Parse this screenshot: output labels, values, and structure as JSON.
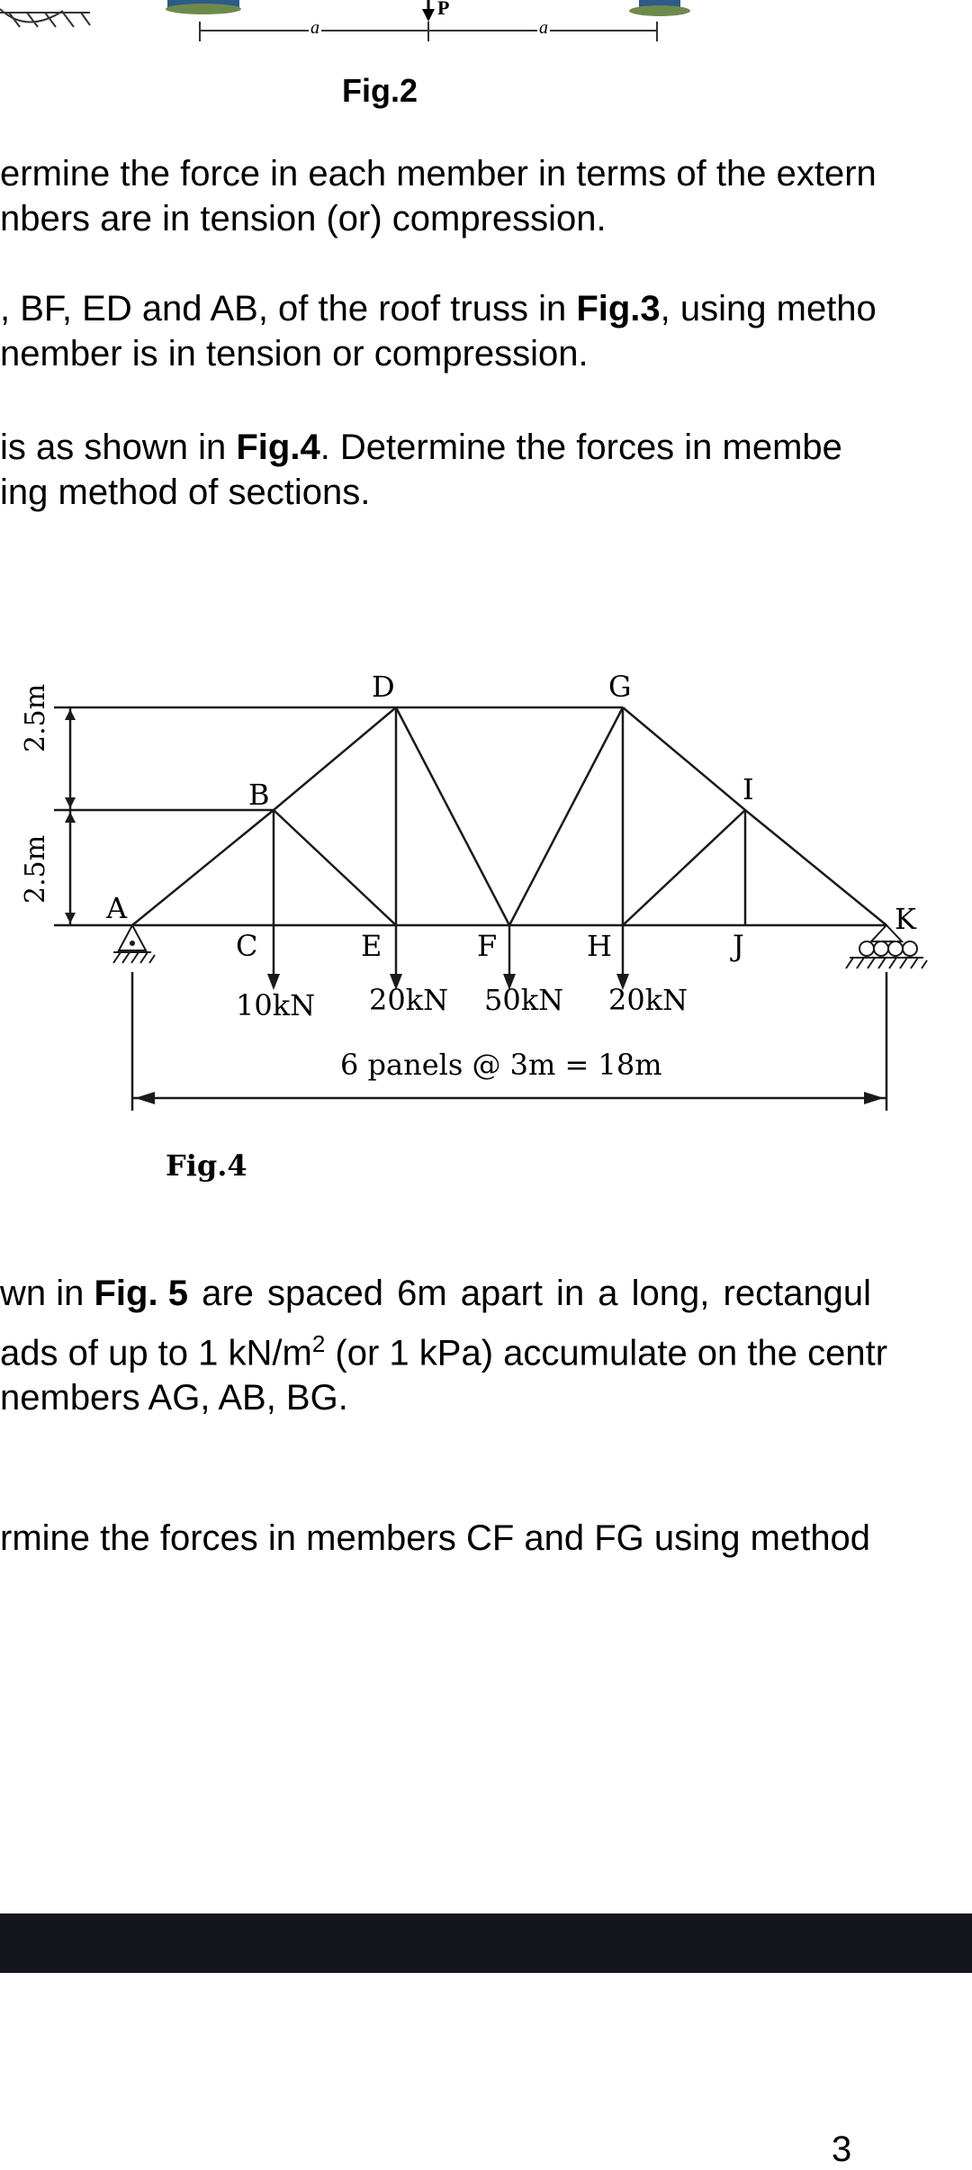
{
  "fig2": {
    "caption": "Fig.2",
    "load_label": "P",
    "dim_a1": "a",
    "dim_a2": "a"
  },
  "paragraphs": {
    "p1_l1": "ermine the force in each member in terms of the extern",
    "p1_l2": "nbers are in tension (or) compression.",
    "p2_l1_a": ", BF, ED and AB, of the roof truss in ",
    "p2_l1_b": "Fig.3",
    "p2_l1_c": ", using metho",
    "p2_l2": "nember is in tension or compression.",
    "p3_l1_a": " is as shown in ",
    "p3_l1_b": "Fig.4",
    "p3_l1_c": ". Determine the forces in membe",
    "p3_l2": "ing method of sections.",
    "p5_l1_a": "wn in ",
    "p5_l1_b": "Fig. 5",
    "p5_l1_c": " are spaced 6m apart in a long, rectangul",
    "p5_l2_a": "ads of up to 1 kN/m",
    "p5_l2_sup": "2",
    "p5_l2_b": " (or 1 kPa) accumulate on the centr",
    "p5_l3": "nembers AG, AB, BG.",
    "p6_l1": "rmine the forces in members CF and FG using method"
  },
  "fig4": {
    "caption": "Fig.4",
    "nodes": {
      "A": "A",
      "B": "B",
      "C": "C",
      "D": "D",
      "E": "E",
      "F": "F",
      "G": "G",
      "H": "H",
      "I": "I",
      "J": "J",
      "K": "K"
    },
    "loads": [
      "10kN",
      "20kN",
      "50kN",
      "20kN"
    ],
    "dims": {
      "h1": "2.5m",
      "h2": "2.5m",
      "span": "6 panels @ 3m = 18m"
    }
  },
  "footer": {
    "page_number": "3"
  }
}
